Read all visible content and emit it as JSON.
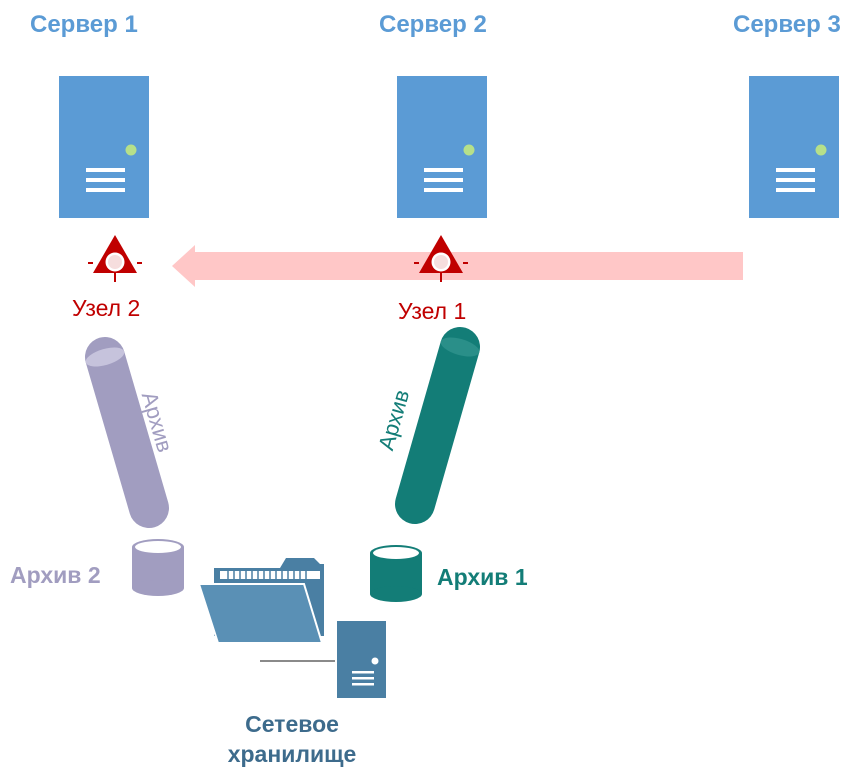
{
  "servers": [
    {
      "label": "Сервер 1"
    },
    {
      "label": "Сервер 2"
    },
    {
      "label": "Сервер 3"
    }
  ],
  "nodes": [
    {
      "label": "Узел 2"
    },
    {
      "label": "Узел 1"
    }
  ],
  "pipes": [
    {
      "label": "Архив",
      "color": "#a19dc0"
    },
    {
      "label": "Архив",
      "color": "#137d77"
    }
  ],
  "archives": [
    {
      "label": "Архив 2",
      "color": "#a19dc0"
    },
    {
      "label": "Архив 1",
      "color": "#137d77"
    }
  ],
  "storage": {
    "line1": "Сетевое",
    "line2": "хранилище"
  },
  "colors": {
    "server": "#5b9bd5",
    "node": "#c00000",
    "arrow": "#ffc7c7",
    "storage": "#4a7fa3"
  },
  "icons": {
    "server": "server-icon",
    "node": "cluster-node-icon",
    "database": "database-icon",
    "folder": "folder-icon"
  }
}
